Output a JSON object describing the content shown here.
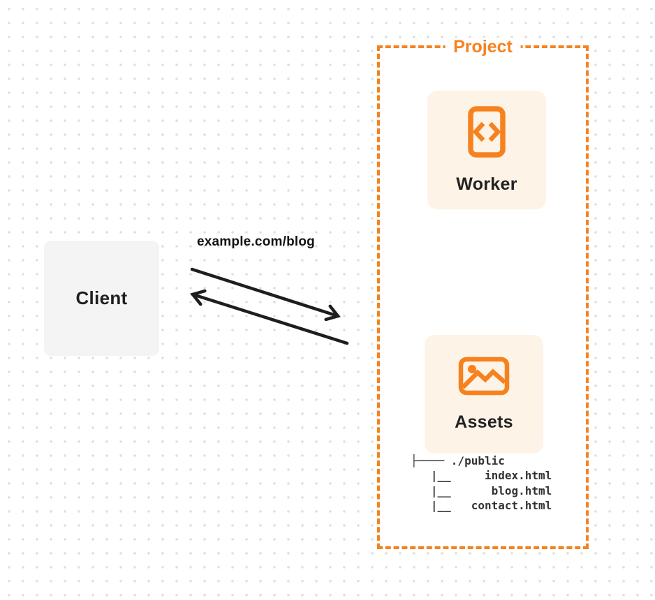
{
  "diagram": {
    "client": {
      "label": "Client"
    },
    "request_label": "example.com/blog",
    "project": {
      "label": "Project",
      "worker": {
        "label": "Worker",
        "icon": "code-document-icon"
      },
      "assets": {
        "label": "Assets",
        "icon": "image-icon",
        "file_tree": "├──── ./public\n   |__     index.html\n   |__      blog.html\n   |__   contact.html"
      }
    },
    "colors": {
      "accent_orange": "#f6821f",
      "card_cream": "#fdf3e6",
      "client_gray": "#f4f4f5",
      "arrow_dark": "#1e1e1e",
      "tree_text": "#333333",
      "dot_grid": "#dedede"
    }
  }
}
